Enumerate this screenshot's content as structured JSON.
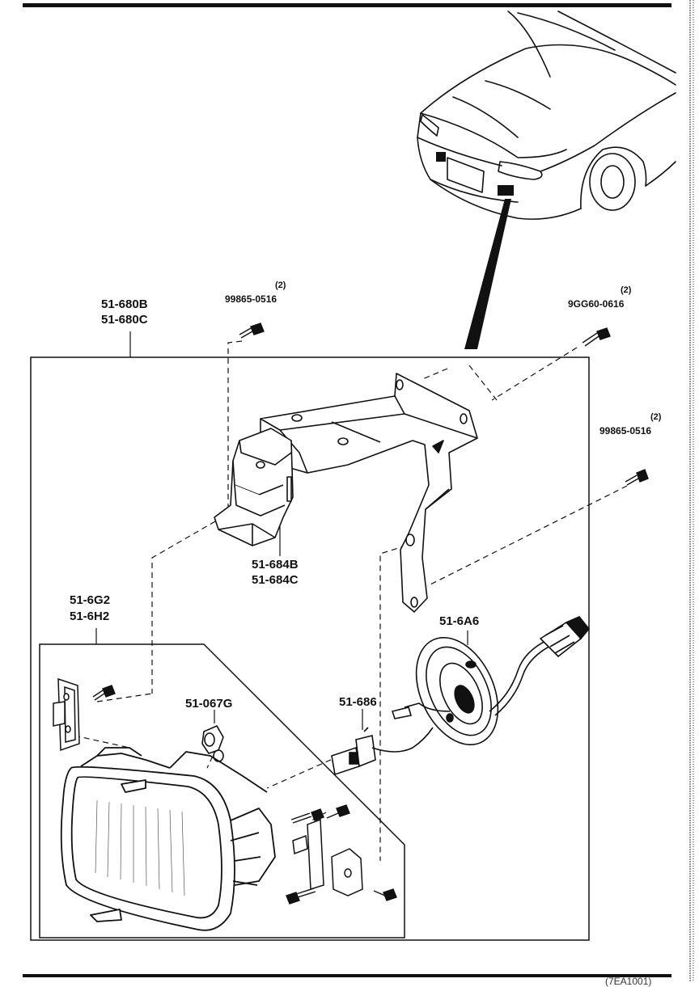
{
  "callouts": {
    "main_assembly": [
      "51-680B",
      "51-680C"
    ],
    "bracket": [
      "51-684B",
      "51-684C"
    ],
    "lamp_unit": [
      "51-6G2",
      "51-6H2"
    ],
    "socket_cover": "51-6A6",
    "bulb": "51-686",
    "cap": "51-067G",
    "bolt_left": {
      "part": "99865-0516",
      "qty": "(2)"
    },
    "bolt_top_right": {
      "part": "9GG60-0616",
      "qty": "(2)"
    },
    "bolt_right": {
      "part": "99865-0516",
      "qty": "(2)"
    }
  },
  "footer_code": "(7EA1001)"
}
